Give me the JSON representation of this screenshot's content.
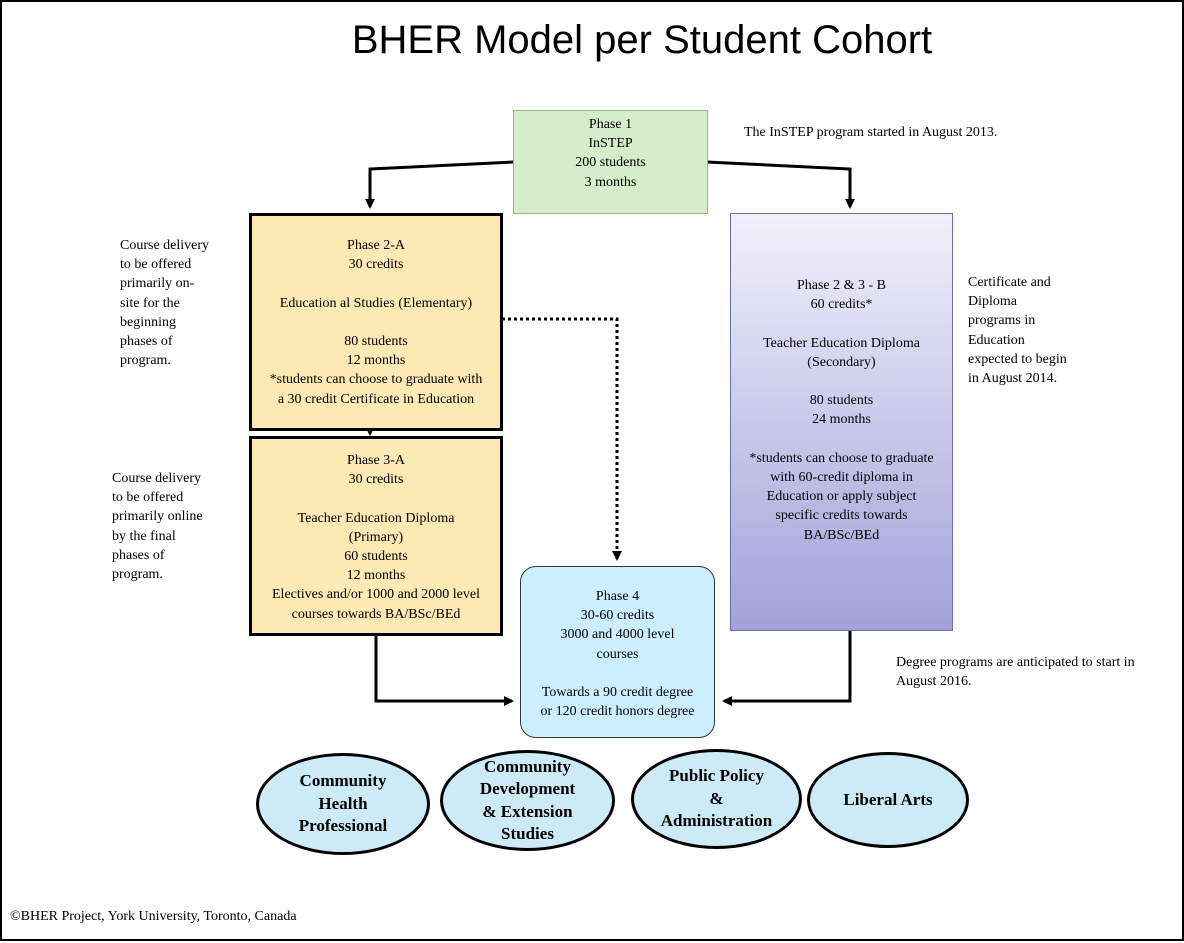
{
  "title": "BHER Model per Student Cohort",
  "colors": {
    "phase1_fill": "#d5edcb",
    "phase1_border": "#8fbf7a",
    "phase2a_fill": "#fce9b3",
    "phase3a_fill": "#fce9b3",
    "phase23b_fill_top": "#f2f0fb",
    "phase23b_fill_bottom": "#a3a1d9",
    "phase4_fill": "#ccefff",
    "oval_fill": "#cdebf6",
    "line": "#000000"
  },
  "phase1": {
    "l1": "Phase 1",
    "l2": "InSTEP",
    "l3": "200 students",
    "l4": "3 months"
  },
  "phase2a": {
    "l1": "Phase 2-A",
    "l2": "30 credits",
    "l3": "Education al Studies (Elementary)",
    "l4": "80 students",
    "l5": "12 months",
    "l6": "*students can choose to graduate with",
    "l7": "a 30 credit Certificate in Education"
  },
  "phase3a": {
    "l1": "Phase 3-A",
    "l2": "30 credits",
    "l3": "Teacher Education Diploma",
    "l4": "(Primary)",
    "l5": "60 students",
    "l6": "12 months",
    "l7": "Electives and/or 1000 and 2000 level",
    "l8": "courses towards BA/BSc/BEd"
  },
  "phase23b": {
    "l1": "Phase 2 & 3 - B",
    "l2": "60 credits*",
    "l3": "Teacher Education Diploma",
    "l4": "(Secondary)",
    "l5": "80 students",
    "l6": "24 months",
    "l7": "*students can choose to graduate",
    "l8": "with 60-credit diploma in",
    "l9": "Education or apply subject",
    "l10": "specific credits towards",
    "l11": "BA/BSc/BEd"
  },
  "phase4": {
    "l1": "Phase 4",
    "l2": "30-60 credits",
    "l3": "3000 and 4000 level",
    "l4": "courses",
    "l5": "Towards a 90 credit degree",
    "l6": "or 120 credit honors degree"
  },
  "notes": {
    "instep": "The InSTEP program started  in August 2013.",
    "onsite": [
      "Course delivery",
      "to be offered",
      "primarily  on-",
      "site for  the",
      "beginning",
      "phases of",
      "program."
    ],
    "online": [
      "Course delivery",
      "to be offered",
      "primarily  online",
      "by the final",
      "phases of",
      "program."
    ],
    "certificate": [
      "Certificate and",
      "Diploma",
      "programs in",
      "Education",
      "expected to begin",
      "in August 2014."
    ],
    "degree": [
      "Degree programs  are anticipated to start in",
      "August 2016."
    ]
  },
  "ovals": {
    "o1": [
      "Community",
      "Health",
      "Professional"
    ],
    "o2": [
      "Community",
      "Development",
      "& Extension",
      "Studies"
    ],
    "o3": [
      "Public Policy",
      "&",
      "Administration"
    ],
    "o4": [
      "Liberal Arts"
    ]
  },
  "copyright": "©BHER Project, York University, Toronto, Canada"
}
